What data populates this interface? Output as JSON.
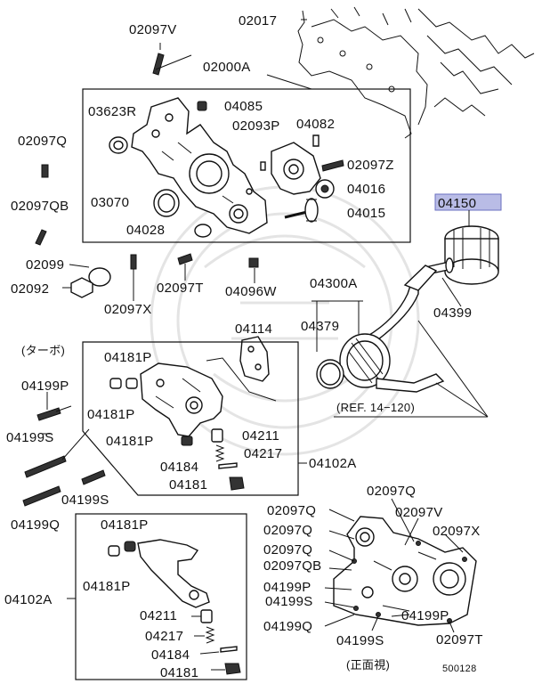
{
  "labels": {
    "p02097V": "02097V",
    "p02017": "02017",
    "p02000A": "02000A",
    "p04085": "04085",
    "p03623R": "03623R",
    "p02093P": "02093P",
    "p04082": "04082",
    "p02097Q_top": "02097Q",
    "p02097Z": "02097Z",
    "p04016": "04016",
    "p03070": "03070",
    "p04015": "04015",
    "p02097QB_top": "02097QB",
    "p04028": "04028",
    "p04150": "04150",
    "p02099": "02099",
    "p02092": "02092",
    "p02097T_top": "02097T",
    "p04096W": "04096W",
    "p02097X_top": "02097X",
    "p04300A": "04300A",
    "p04399": "04399",
    "p04114": "04114",
    "p04379": "04379",
    "turbo": "(ターボ)",
    "p04181P_a": "04181P",
    "p04199P_a": "04199P",
    "p04181P_b": "04181P",
    "ref": "(REF. 14−120)",
    "p04199S_a": "04199S",
    "p04181P_c": "04181P",
    "p04211_a": "04211",
    "p04217_a": "04217",
    "p04102A_a": "04102A",
    "p04184_a": "04184",
    "p04181_a": "04181",
    "p04199S_b": "04199S",
    "p04199Q_a": "04199Q",
    "p02097Q_r": "02097Q",
    "p02097Q_r2": "02097Q",
    "p02097V_r": "02097V",
    "p02097Q_r3": "02097Q",
    "p02097X_r": "02097X",
    "p02097Q_r4": "02097Q",
    "p02097QB_r": "02097QB",
    "p04181P_d": "04181P",
    "p04181P_e": "04181P",
    "p04102A_b": "04102A",
    "p04199P_r": "04199P",
    "p04199S_r": "04199S",
    "p04199P_r2": "04199P",
    "p04199Q_r": "04199Q",
    "p04199S_r2": "04199S",
    "p02097T_r": "02097T",
    "p04211_b": "04211",
    "p04217_b": "04217",
    "p04184_b": "04184",
    "p04181_b": "04181",
    "front_view": "(正面視)",
    "figure_no": "500128"
  },
  "colors": {
    "highlight_fill": "#b9bce6",
    "highlight_stroke": "#6a6fc0",
    "line": "#111111"
  }
}
